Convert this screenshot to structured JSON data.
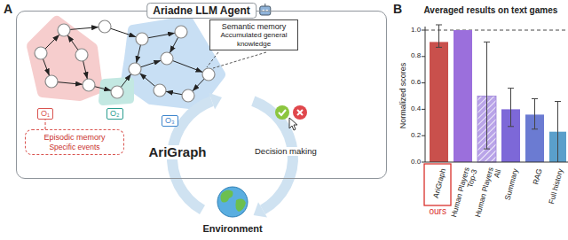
{
  "diagram": {
    "nodes": [
      {
        "text": [
          "Ariadne LLM Agent"
        ]
      },
      {
        "text": [
          "Semantic memory",
          "Accumulated general knowledge"
        ],
        "in": 0
      },
      {
        "text": [
          "O₁"
        ],
        "in": 0
      },
      {
        "text": [
          "O₂"
        ],
        "in": 0
      },
      {
        "text": [
          "O₃"
        ],
        "in": 0
      },
      {
        "text": [
          "Episodic memory",
          "Specific events"
        ],
        "in": 0
      }
    ],
    "edges": [
      {
        "from": 5,
        "to": 2,
        "arrow": "none"
      }
    ],
    "labels": [
      "A",
      "AriGraph",
      "Decision making",
      "Environment",
      "B",
      "Averaged results on text games",
      "Normalized scores",
      "0.0",
      "0.2",
      "0.4",
      "0.6",
      "0.8",
      "1.0",
      "AriGraph",
      "Human Players Top-3",
      "Human Players All",
      "Summary",
      "RAG",
      "Full history",
      "ours"
    ]
  }
}
